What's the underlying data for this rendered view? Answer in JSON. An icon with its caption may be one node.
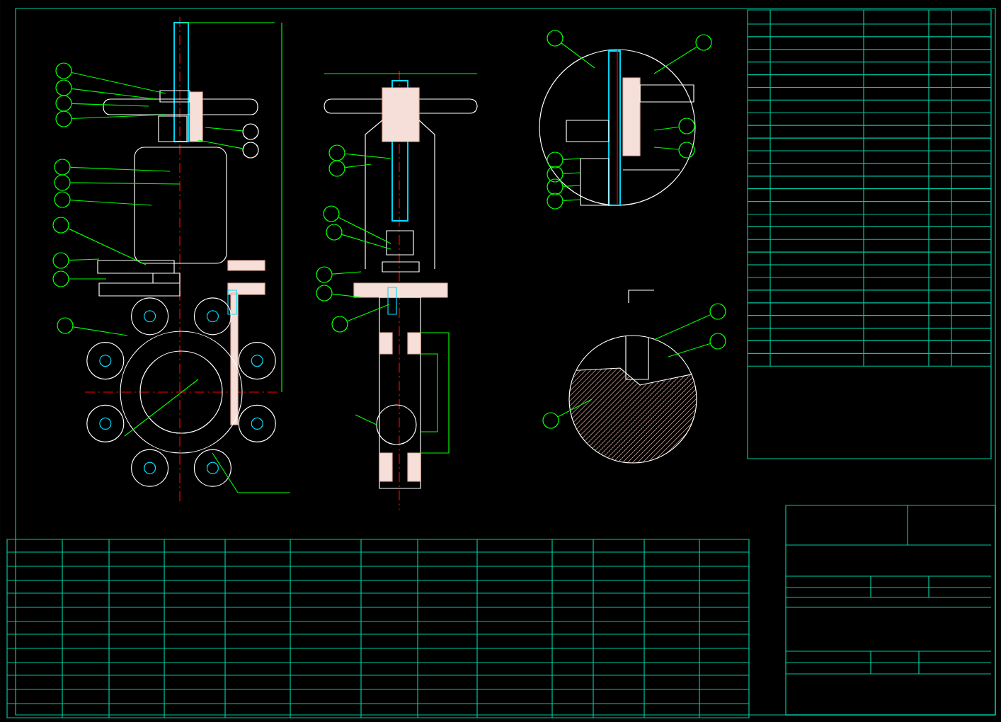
{
  "diagram": {
    "nodes": [
      {
        "text": [],
        "shape": "circle"
      },
      {
        "text": [],
        "shape": "circle"
      },
      {
        "text": [],
        "shape": "circle"
      },
      {
        "text": [],
        "shape": "circle"
      },
      {
        "text": [],
        "shape": "circle"
      },
      {
        "text": [],
        "shape": "circle"
      },
      {
        "text": [],
        "shape": "circle"
      },
      {
        "text": [],
        "shape": "circle"
      },
      {
        "text": [],
        "shape": "circle"
      },
      {
        "text": [],
        "shape": "circle"
      },
      {
        "text": [],
        "shape": "circle"
      },
      {
        "text": [],
        "shape": "circle"
      },
      {
        "text": [],
        "shape": "circle"
      },
      {
        "text": [],
        "shape": "circle"
      },
      {
        "text": [],
        "shape": "circle"
      },
      {
        "text": [],
        "shape": "circle"
      },
      {
        "text": [],
        "shape": "circle"
      },
      {
        "text": [],
        "shape": "circle"
      },
      {
        "text": [],
        "shape": "circle"
      },
      {
        "text": [],
        "shape": "circle"
      },
      {
        "text": [],
        "shape": "circle"
      },
      {
        "text": [],
        "shape": "circle"
      },
      {
        "text": [],
        "shape": "circle"
      },
      {
        "text": [],
        "shape": "circle"
      },
      {
        "text": [],
        "shape": "circle"
      },
      {
        "text": [],
        "shape": "circle"
      },
      {
        "text": [],
        "shape": "circle"
      },
      {
        "text": [],
        "shape": "circle"
      },
      {
        "text": [],
        "shape": "circle"
      },
      {
        "text": [],
        "shape": "circle"
      },
      {
        "text": [],
        "shape": "circle"
      }
    ],
    "edges": [
      {
        "from": 0,
        "to": null,
        "arrow": "none"
      },
      {
        "from": 1,
        "to": null,
        "arrow": "none"
      },
      {
        "from": 2,
        "to": null,
        "arrow": "none"
      },
      {
        "from": 3,
        "to": null,
        "arrow": "none"
      },
      {
        "from": 4,
        "to": null,
        "arrow": "none"
      },
      {
        "from": 5,
        "to": null,
        "arrow": "none"
      },
      {
        "from": 6,
        "to": null,
        "arrow": "none"
      },
      {
        "from": 7,
        "to": null,
        "arrow": "none"
      },
      {
        "from": 8,
        "to": null,
        "arrow": "none"
      },
      {
        "from": 9,
        "to": null,
        "arrow": "none"
      },
      {
        "from": 10,
        "to": null,
        "arrow": "none"
      },
      {
        "from": 11,
        "to": null,
        "arrow": "none"
      },
      {
        "from": 12,
        "to": null,
        "arrow": "none"
      },
      {
        "from": 13,
        "to": null,
        "arrow": "none"
      },
      {
        "from": 14,
        "to": null,
        "arrow": "none"
      },
      {
        "from": 15,
        "to": null,
        "arrow": "none"
      },
      {
        "from": 16,
        "to": null,
        "arrow": "none"
      },
      {
        "from": 17,
        "to": null,
        "arrow": "none"
      },
      {
        "from": 18,
        "to": null,
        "arrow": "none"
      },
      {
        "from": 19,
        "to": null,
        "arrow": "none"
      },
      {
        "from": 20,
        "to": null,
        "arrow": "none"
      },
      {
        "from": 21,
        "to": null,
        "arrow": "none"
      },
      {
        "from": 22,
        "to": null,
        "arrow": "none"
      },
      {
        "from": 23,
        "to": null,
        "arrow": "none"
      },
      {
        "from": 24,
        "to": null,
        "arrow": "none"
      },
      {
        "from": 25,
        "to": null,
        "arrow": "none"
      },
      {
        "from": 26,
        "to": null,
        "arrow": "none"
      },
      {
        "from": 27,
        "to": null,
        "arrow": "none"
      },
      {
        "from": 28,
        "to": null,
        "arrow": "none"
      },
      {
        "from": 29,
        "to": null,
        "arrow": "none"
      },
      {
        "from": 30,
        "to": null,
        "arrow": "none"
      }
    ]
  }
}
